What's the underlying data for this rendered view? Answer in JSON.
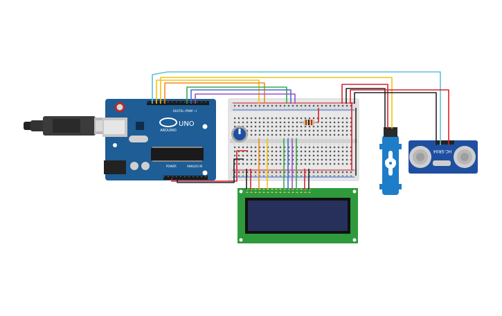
{
  "arduino": {
    "logo_text": "ARDUINO",
    "model": "UNO",
    "digital_label": "DIGITAL (PWM ~)",
    "power_label": "POWER",
    "analog_label": "ANALOG IN"
  },
  "ultrasonic": {
    "model": "HC-SR04"
  },
  "colors": {
    "board": "#1e5d96",
    "wire_red": "#d9202a",
    "wire_black": "#222222",
    "wire_orange": "#f08a1c",
    "wire_yellow": "#f2c20f",
    "wire_green": "#3aa84a",
    "wire_blue": "#3c6fd6",
    "wire_cyan": "#5fbedc",
    "wire_purple": "#9b4fc4",
    "lcd_board": "#2e9a3c",
    "lcd_screen": "#26305a",
    "servo": "#1d7dc9"
  }
}
